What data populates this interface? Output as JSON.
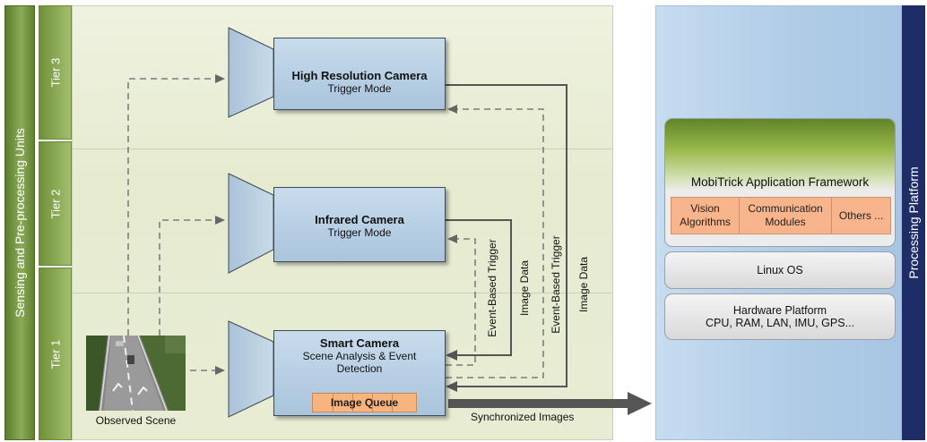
{
  "left_banner": {
    "label": "Sensing and Pre-processing Units"
  },
  "tiers": [
    {
      "label": "Tier 3"
    },
    {
      "label": "Tier 2"
    },
    {
      "label": "Tier 1"
    }
  ],
  "cameras": {
    "high_res": {
      "title": "High Resolution Camera",
      "mode": "Trigger Mode"
    },
    "infrared": {
      "title": "Infrared Camera",
      "mode": "Trigger Mode"
    },
    "smart": {
      "title": "Smart Camera",
      "line1": "Scene Analysis & Event",
      "line2": "Detection",
      "queue": "Image Queue"
    }
  },
  "scene": {
    "caption": "Observed Scene"
  },
  "connections": {
    "event_trigger_1": "Event-Based Trigger",
    "image_data_1": "Image Data",
    "event_trigger_2": "Event-Based Trigger",
    "image_data_2": "Image Data",
    "sync_images": "Synchronized Images"
  },
  "processing": {
    "banner": "Processing Platform",
    "framework_title": "MobiTrick Application Framework",
    "modules": [
      {
        "line1": "Vision",
        "line2": "Algorithms"
      },
      {
        "line1": "Communication",
        "line2": "Modules"
      },
      {
        "line1": "Others ...",
        "line2": ""
      }
    ],
    "os": "Linux OS",
    "hardware_title": "Hardware Platform",
    "hardware_items": "CPU, RAM, LAN, IMU, GPS..."
  },
  "colors": {
    "tier_green": "#7f9f45",
    "camera_blue": "#b4cde3",
    "queue_orange": "#f8b47f",
    "platform_navy": "#1e2d66"
  }
}
